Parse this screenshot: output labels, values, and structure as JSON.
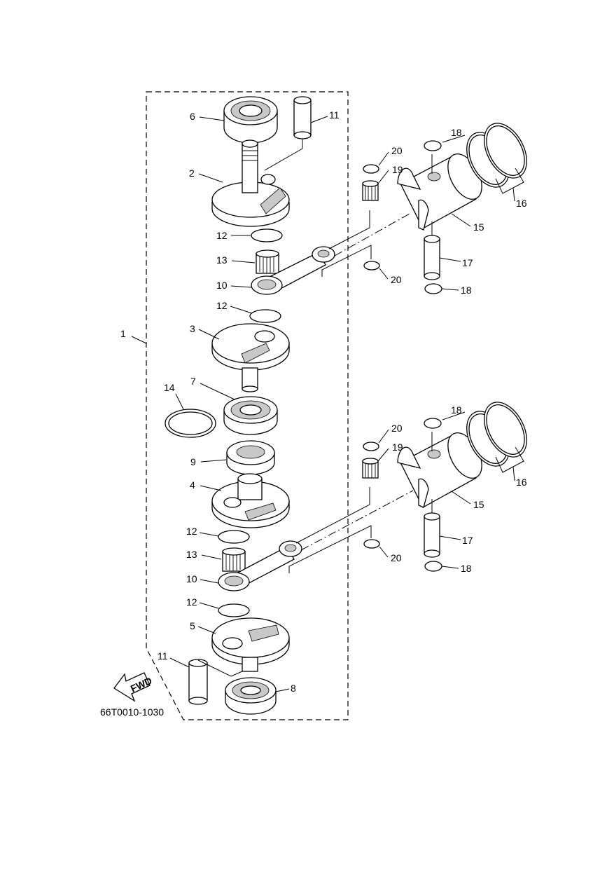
{
  "figure_code": "66T0010-1030",
  "fwd_label": "FWD",
  "callouts": {
    "c1": "1",
    "c6": "6",
    "c11a": "11",
    "c2": "2",
    "c12a": "12",
    "c13a": "13",
    "c10a": "10",
    "c12b": "12",
    "c3": "3",
    "c7": "7",
    "c14": "14",
    "c9": "9",
    "c4": "4",
    "c12c": "12",
    "c13b": "13",
    "c10b": "10",
    "c12d": "12",
    "c5": "5",
    "c11b": "11",
    "c8": "8",
    "c18a": "18",
    "c20a": "20",
    "c19a": "19",
    "c16a": "16",
    "c15a": "15",
    "c17a": "17",
    "c20b": "20",
    "c18b": "18",
    "c18c": "18",
    "c20c": "20",
    "c19b": "19",
    "c16b": "16",
    "c15b": "15",
    "c17b": "17",
    "c20d": "20",
    "c18d": "18"
  }
}
